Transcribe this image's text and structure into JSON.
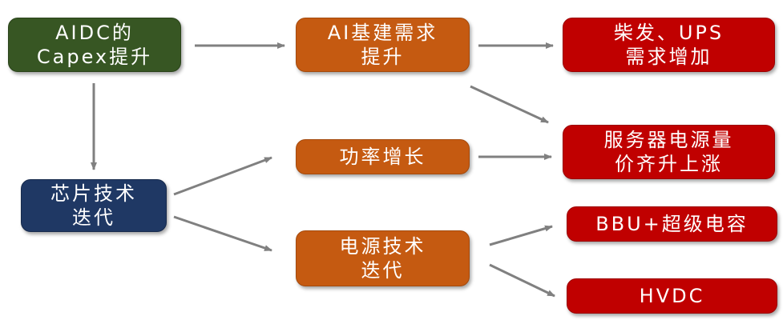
{
  "colors": {
    "green": "#375623",
    "orange": "#c55a11",
    "red": "#c00000",
    "navy": "#1f3864",
    "arrow": "#808080"
  },
  "nodes": {
    "aidc_capex": {
      "lines": [
        "AIDC的",
        "Capex提升"
      ]
    },
    "ai_demand": {
      "lines": [
        "AI基建需求",
        "提升"
      ]
    },
    "diesel_ups": {
      "lines": [
        "柴发、UPS",
        "需求增加"
      ]
    },
    "server_psu": {
      "lines": [
        "服务器电源量",
        "价齐升上涨"
      ]
    },
    "power_increase": {
      "lines": [
        "功率增长"
      ]
    },
    "chip_iteration": {
      "lines": [
        "芯片技术",
        "迭代"
      ]
    },
    "power_tech_iteration": {
      "lines": [
        "电源技术",
        "迭代"
      ]
    },
    "bbu_supercap": {
      "lines": [
        "BBU+超级电容"
      ]
    },
    "hvdc": {
      "lines": [
        "HVDC"
      ]
    }
  }
}
